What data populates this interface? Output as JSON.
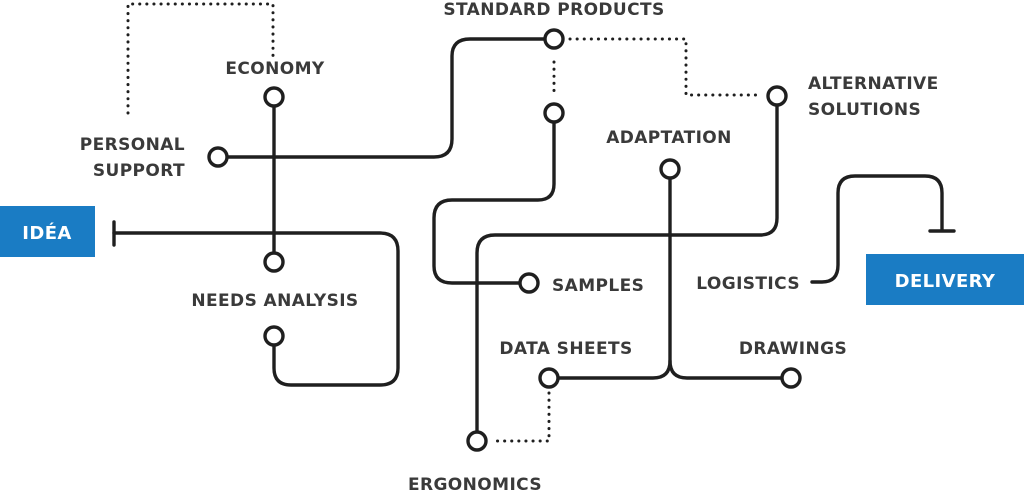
{
  "colors": {
    "line": "#1f1f1f",
    "label": "#3a3a3a",
    "accent_box": "#1a7cc4",
    "box_text": "#ffffff"
  },
  "start_box": {
    "label": "IDÉA"
  },
  "end_box": {
    "label": "DELIVERY"
  },
  "labels": {
    "standard_products": "STANDARD PRODUCTS",
    "economy": "ECONOMY",
    "alternative_line1": "ALTERNATIVE",
    "alternative_line2": "SOLUTIONS",
    "personal_line1": "PERSONAL",
    "personal_line2": "SUPPORT",
    "adaptation": "ADAPTATION",
    "samples": "SAMPLES",
    "logistics": "LOGISTICS",
    "needs_analysis": "NEEDS ANALYSIS",
    "data_sheets": "DATA SHEETS",
    "drawings": "DRAWINGS",
    "ergonomics": "ERGONOMICS"
  }
}
